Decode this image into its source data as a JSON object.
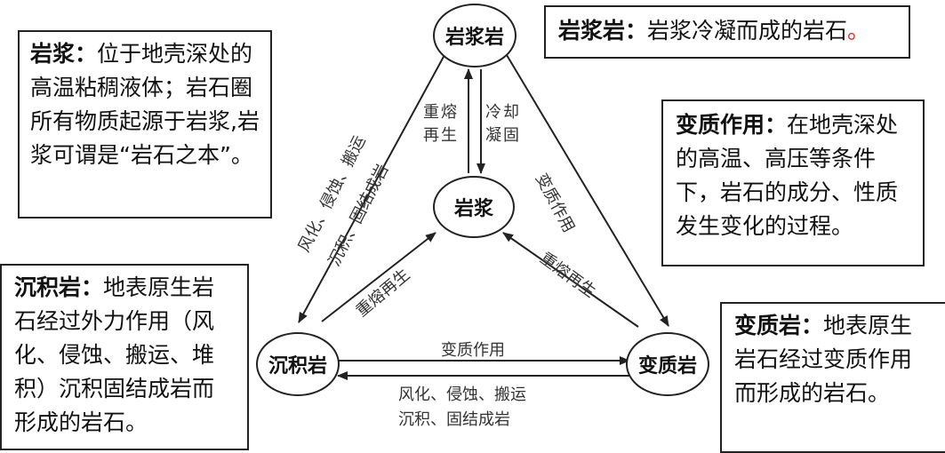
{
  "nodes": {
    "magmatic": "岩浆岩",
    "magma": "岩浆",
    "sedimentary": "沉积岩",
    "metamorphic": "变质岩"
  },
  "edges": {
    "remelt_left": "重熔再生",
    "cool": "冷却凝固",
    "remelt_center_right": "重熔再生",
    "remelt_center_left": "重熔再生",
    "metamorphism_right": "变质作用",
    "metamorphism_bottom": "变质作用",
    "weathering_left_line1": "风化、侵蚀、搬运",
    "weathering_left_line2": "沉积、固结成岩",
    "weathering_bottom_line1": "风化、侵蚀、搬运",
    "weathering_bottom_line2": "沉积、固结成岩"
  },
  "boxes": {
    "magma": {
      "term": "岩浆：",
      "desc": "位于地壳深处的高温粘稠液体；岩石圈所有物质起源于岩浆,岩浆可谓是“岩石之本”。"
    },
    "magmatic": {
      "term": "岩浆岩：",
      "desc": "岩浆冷凝而成的岩石",
      "end": "。"
    },
    "metamorphism": {
      "term": "变质作用：",
      "desc": "在地壳深处的高温、高压等条件下，岩石的成分、性质发生变化的过程。"
    },
    "sedimentary": {
      "term": "沉积岩：",
      "desc": "地表原生岩石经过外力作用（风化、侵蚀、搬运、堆积）沉积固结成岩而形成的岩石。"
    },
    "metamorphic": {
      "term": "变质岩：",
      "desc": "地表原生岩石经过变质作用而形成的岩石。"
    }
  }
}
